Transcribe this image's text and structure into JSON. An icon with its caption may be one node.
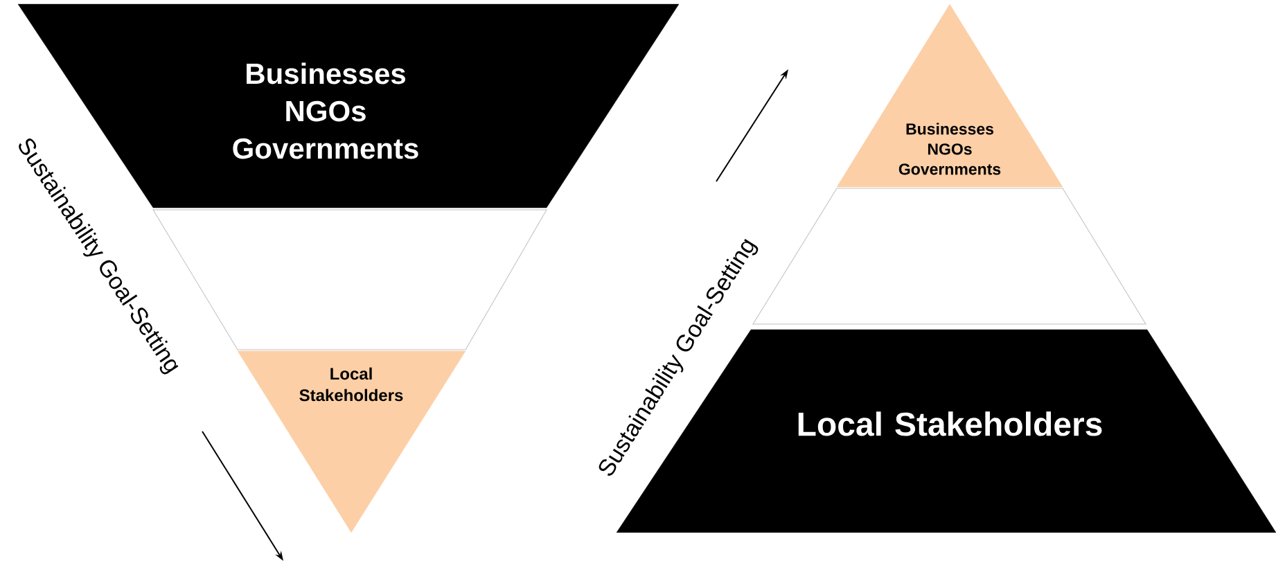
{
  "diagram": {
    "nodes": [
      {
        "text": [
          "Businesses NGOs Governments"
        ]
      },
      {
        "text": [],
        "shape": "trapezoid"
      },
      {
        "text": [
          "Local Stakeholders"
        ]
      },
      {
        "text": [
          "Businesses NGOs Governments"
        ]
      },
      {
        "text": [],
        "shape": "trapezoid"
      },
      {
        "text": [
          "Local Stakeholders"
        ]
      }
    ],
    "labels": [
      "Sustainability Goal-Setting",
      "Sustainability Goal-Setting"
    ]
  }
}
